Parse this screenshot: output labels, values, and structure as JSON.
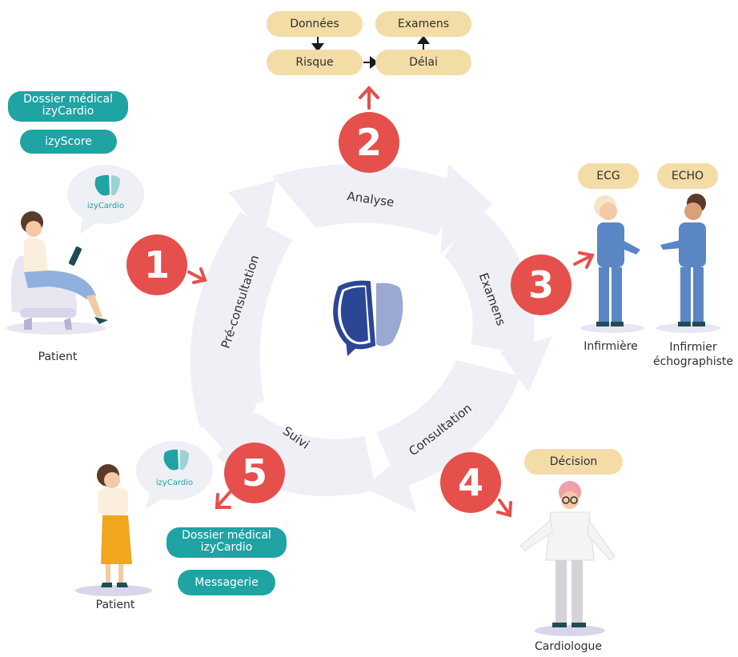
{
  "top_flow": {
    "donnees": "Données",
    "examens": "Examens",
    "risque": "Risque",
    "delai": "Délai"
  },
  "cycle": {
    "pre_consultation": "Pré-consultation",
    "analyse": "Analyse",
    "examens": "Examens",
    "consultation": "Consultation",
    "suivi": "Suivi"
  },
  "steps": {
    "s1": "1",
    "s2": "2",
    "s3": "3",
    "s4": "4",
    "s5": "5"
  },
  "left_top": {
    "dossier_line1": "Dossier médical",
    "dossier_line2": "izyCardio",
    "izyscore": "izyScore",
    "bubble_brand": "izyCardio"
  },
  "left_bottom": {
    "dossier_line1": "Dossier médical",
    "dossier_line2": "izyCardio",
    "messagerie": "Messagerie",
    "bubble_brand": "izyCardio"
  },
  "right_top": {
    "ecg": "ECG",
    "echo": "ECHO"
  },
  "right_bottom": {
    "decision": "Décision"
  },
  "roles": {
    "patient_top": "Patient",
    "patient_bottom": "Patient",
    "infirmiere": "Infirmière",
    "infirmier_line1": "Infirmier",
    "infirmier_line2": "échographiste",
    "cardiologue": "Cardiologue"
  },
  "colors": {
    "accent_red": "#e5504c",
    "teal": "#1fa3a3",
    "tan": "#f3dca6",
    "cycle_gray": "#eef0f6",
    "brand_dark": "#2b4694",
    "brand_light": "#9aa9d2"
  }
}
